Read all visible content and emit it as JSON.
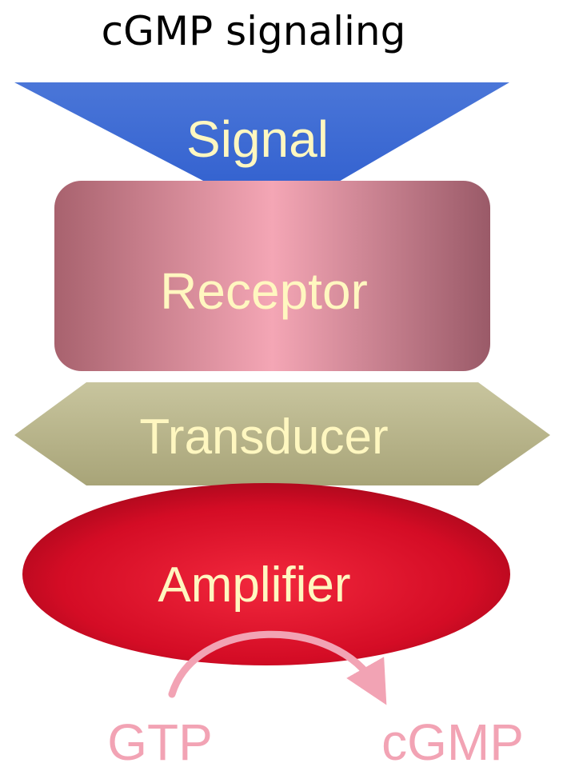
{
  "title": "cGMP signaling",
  "stages": [
    {
      "label": "Signal",
      "shape": "inverted-triangle",
      "color": "#3e6fd6"
    },
    {
      "label": "Receptor",
      "shape": "rounded-rectangle",
      "color": "#e89aa8"
    },
    {
      "label": "Transducer",
      "shape": "hexagon",
      "color": "#b9b68b"
    },
    {
      "label": "Amplifier",
      "shape": "ellipse",
      "color": "#d90f2a"
    }
  ],
  "reaction": {
    "substrate": "GTP",
    "product": "cGMP",
    "color": "#f2a3b4"
  },
  "colors": {
    "label_text": "#fff7c0",
    "title_text": "#000000"
  }
}
